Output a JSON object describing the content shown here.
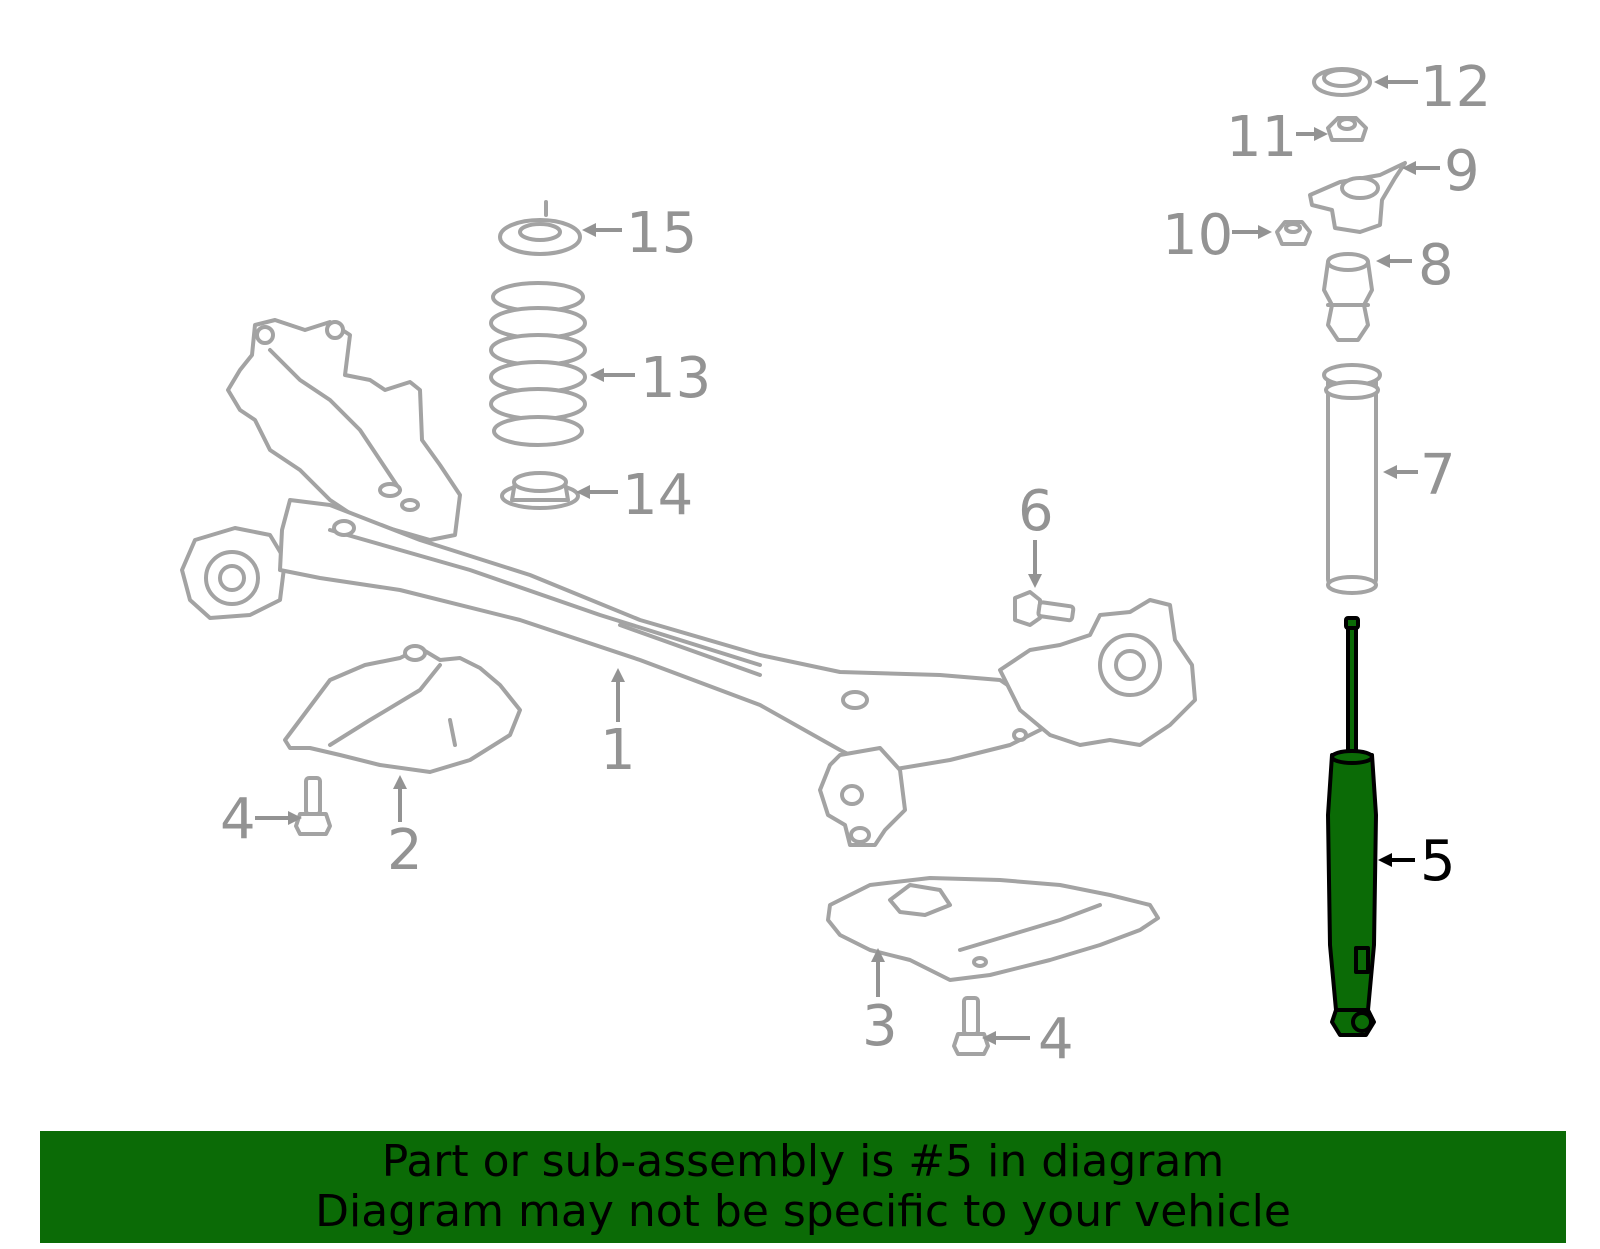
{
  "callouts": {
    "c1": "1",
    "c2": "2",
    "c3": "3",
    "c4a": "4",
    "c4b": "4",
    "c5": "5",
    "c6": "6",
    "c7": "7",
    "c8": "8",
    "c9": "9",
    "c10": "10",
    "c11": "11",
    "c12": "12",
    "c13": "13",
    "c14": "14",
    "c15": "15"
  },
  "highlighted_part": "5",
  "banner": {
    "line1": "Part or sub-assembly is #5 in diagram",
    "line2": "Diagram may not be specific to your vehicle"
  },
  "colors": {
    "banner": "#0b6b06",
    "highlight_part": "#0b6b06",
    "part_outline": "#a3a3a3",
    "callout_text": "#939393"
  }
}
